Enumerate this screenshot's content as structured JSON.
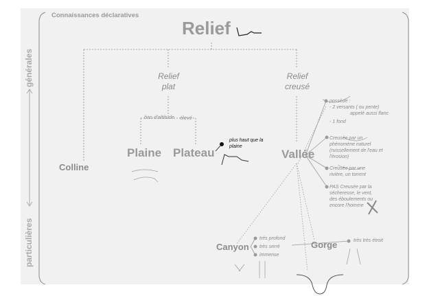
{
  "header": "Connaissances déclaratives",
  "title": "Relief",
  "left_axis": {
    "top": "générales",
    "bottom": "particulières"
  },
  "branches": {
    "relief_plat": "Relief plat",
    "relief_creuse": "Relief creusé",
    "bas_altitude": "bas d'altitude",
    "eleve": "élevé"
  },
  "nodes": {
    "colline": "Colline",
    "plaine": "Plaine",
    "plateau": "Plateau",
    "plateau_note": "plus haut que la plaine",
    "vallee": "Vallée",
    "canyon": "Canyon",
    "gorge": "Gorge"
  },
  "vallee_notes": {
    "possede": "possède :",
    "versants": "- 2 versants ( ou pente)",
    "flanc": "appelé aussi flanc",
    "fond": "- 1 fond",
    "phenomene": "Creusée par un phénomène naturel (ruissellement de l'eau et l'érosion)",
    "riviere": "Creusée par une rivière, un torrent",
    "pas": "PAS Creusée par la sécheresse, le vent, des éboulements ou encore l'homme"
  },
  "canyon_notes": [
    "très profond",
    "très serré",
    "immense"
  ],
  "gorge_note": "très très étroit",
  "colors": {
    "background": "#f1f1f1",
    "text": "#8a8a8a",
    "dot": "#9a9a9a"
  }
}
